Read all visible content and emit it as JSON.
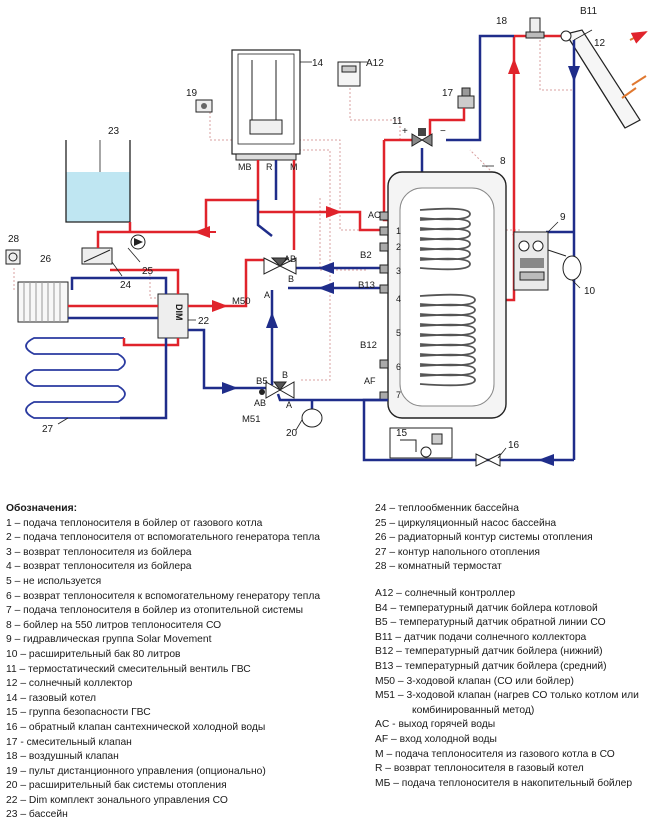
{
  "labels": {
    "n14": "14",
    "n19": "19",
    "nA12": "A12",
    "n17": "17",
    "n18": "18",
    "nB11": "B11",
    "n12": "12",
    "n23": "23",
    "n11": "11",
    "n8": "8",
    "n28": "28",
    "n26": "26",
    "n25": "25",
    "n24": "24",
    "n22": "22",
    "n9": "9",
    "n10": "10",
    "n27": "27",
    "n20": "20",
    "n15": "15",
    "n16": "16",
    "MB": "MB",
    "R": "R",
    "M": "M",
    "AC": "AC",
    "AF": "AF",
    "AB": "AB",
    "A": "A",
    "B": "B",
    "M50": "M50",
    "M51": "M51",
    "B5": "B5",
    "AB2": "AB",
    "A2": "A",
    "B2lbl": "B",
    "B2": "B2",
    "B13": "B13",
    "B12": "B12",
    "p1": "1",
    "p2": "2",
    "p3": "3",
    "p4": "4",
    "p5": "5",
    "p6": "6",
    "p7": "7",
    "plus": "+",
    "minus": "−",
    "dim": "DIM"
  },
  "legend": {
    "title": "Обозначения:",
    "left": [
      "1 – подача теплоносителя в бойлер от газового котла",
      "2 – подача теплоносителя от вспомогательного генератора тепла",
      "3 – возврат теплоносителя из бойлера",
      "4 – возврат теплоносителя из бойлера",
      "5 – не используется",
      "6 – возврат теплоносителя к вспомогательному генератору тепла",
      "7 – подача теплоносителя в бойлер из отопительной системы",
      "8 – бойлер на 550 литров теплоносителя СО",
      "9 – гидравлическая группа Solar Movement",
      "10 – расширительный бак 80 литров",
      "11 – термостатический смесительный вентиль ГВС",
      "12 – солнечный коллектор",
      "14 – газовый котел",
      "15 – группа безопасности ГВС",
      "16 – обратный клапан сантехнической холодной воды",
      "17 - смесительный клапан",
      "18 – воздушный клапан",
      "19 – пульт дистанционного управления (опционально)",
      "20 – расширительный бак системы отопления",
      "22 – Dim комплект зонального управления СО",
      "23 – бассейн"
    ],
    "right_a": [
      "24 – теплообменник бассейна",
      "25 – циркуляционный насос бассейна",
      "26 – радиаторный контур системы отопления",
      "27 – контур напольного отопления",
      "28 – комнатный термостат"
    ],
    "right_b": [
      "А12 – солнечный контроллер",
      "В4 – температурный датчик бойлера котловой",
      "В5 – температурный датчик обратной линии СО",
      "В11 – датчик подачи солнечного коллектора",
      "В12 – температурный датчик бойлера (нижний)",
      "В13 – температурный датчик бойлера (средний)",
      "М50 – 3-ходовой клапан (СО или бойлер)",
      "М51 – 3-ходовой клапан (нагрев СО только котлом или",
      "комбинированный метод)",
      "AC - выход горячей воды",
      "AF – вход холодной воды",
      "M – подача теплоносителя из газового котла в СО",
      "R – возврат теплоносителя в газовый котел",
      "MБ – подача теплоносителя в накопительный бойлер"
    ]
  },
  "colors": {
    "hot": "#e0232b",
    "cold": "#1f2d8a",
    "signal": "#d9a0a0",
    "pool": "#bfe6f2",
    "line": "#222222"
  }
}
